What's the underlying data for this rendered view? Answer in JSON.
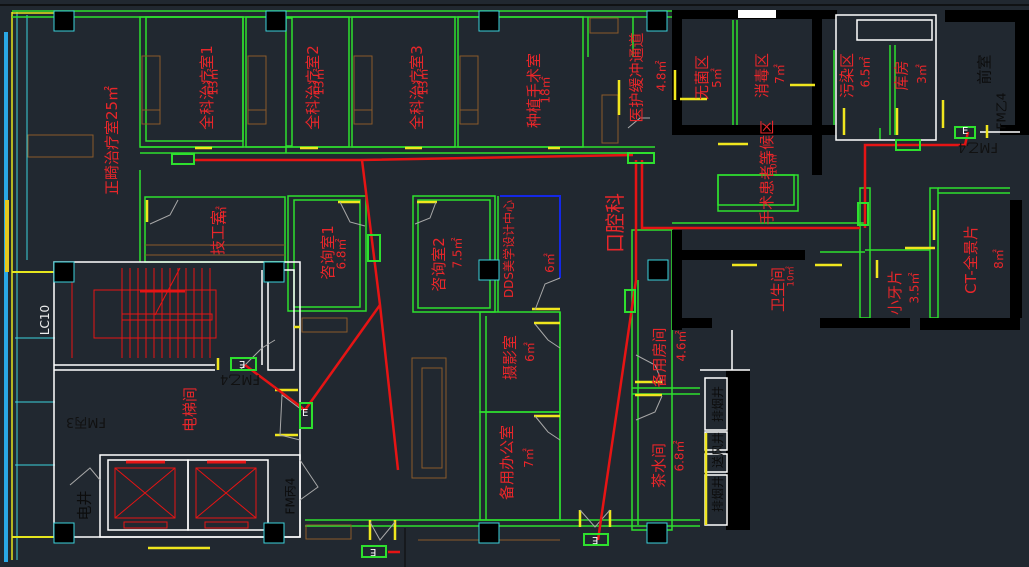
{
  "drawing": {
    "type": "CAD floor plan",
    "department_label": "口腔科",
    "colors": {
      "background": "#212830",
      "wall_green": "#2ee02e",
      "door_yellow": "#f0e61e",
      "room_label_red": "#e8262a",
      "route_red": "#e61414",
      "column_black": "#000000",
      "column_outline_cyan": "#3cd2dc",
      "furniture_brown": "#8a5a2a",
      "structure_white": "#ffffff",
      "partition_blue": "#1428e6"
    },
    "rooms": [
      {
        "id": "orthodontic-treatment",
        "name": "正畸治疗室",
        "area": "25㎡"
      },
      {
        "id": "general-treatment-1",
        "name": "全科治疗室1",
        "area": "13㎡"
      },
      {
        "id": "general-treatment-2",
        "name": "全科治疗室2",
        "area": "13㎡"
      },
      {
        "id": "general-treatment-3",
        "name": "全科治疗室3",
        "area": "13㎡"
      },
      {
        "id": "implant-surgery",
        "name": "种植手术室",
        "area": "18㎡"
      },
      {
        "id": "medical-buffer-corridor",
        "name": "医护缓冲通道",
        "area": "4.8㎡"
      },
      {
        "id": "sterile-zone",
        "name": "无菌区",
        "area": "5㎡"
      },
      {
        "id": "disinfection-zone",
        "name": "消毒区",
        "area": "7㎡"
      },
      {
        "id": "contaminated-zone",
        "name": "污染区",
        "area": "6.5㎡"
      },
      {
        "id": "storeroom",
        "name": "库房",
        "area": "3㎡"
      },
      {
        "id": "front-room",
        "name": "前室",
        "area": ""
      },
      {
        "id": "surgery-waiting",
        "name": "手术患者等候区",
        "area": "10㎡"
      },
      {
        "id": "technician-room",
        "name": "技工室",
        "area": "7㎡"
      },
      {
        "id": "consultation-1",
        "name": "咨询室1",
        "area": "6.8㎡"
      },
      {
        "id": "consultation-2",
        "name": "咨询室2",
        "area": "7.5㎡"
      },
      {
        "id": "dds-design-center",
        "name": "DDS美学设计中心",
        "area": "6㎡"
      },
      {
        "id": "photography",
        "name": "摄影室",
        "area": "6㎡"
      },
      {
        "id": "spare-office",
        "name": "备用办公室",
        "area": "7㎡"
      },
      {
        "id": "spare-room",
        "name": "备用房间",
        "area": "4.6㎡"
      },
      {
        "id": "tea-room",
        "name": "茶水间",
        "area": "6.8㎡"
      },
      {
        "id": "restroom",
        "name": "卫生间",
        "area": "10㎡"
      },
      {
        "id": "small-dental-xray",
        "name": "小牙片",
        "area": "3.5㎡"
      },
      {
        "id": "ct-panoramic",
        "name": "CT-全景片",
        "area": "8㎡"
      },
      {
        "id": "elevator-hall",
        "name": "电梯间",
        "area": ""
      }
    ],
    "tags": {
      "stair_tag": "LC10",
      "door_fm3": "FM丙3",
      "door_fm4": "FM丙4",
      "door_fmz4_left": "FM乙4",
      "door_fmz4_right_a": "FM乙4",
      "door_fmz4_right_b": "FM乙4",
      "electric_shaft": "电井",
      "exhaust_shaft": "排烟井",
      "smoke_exhaust_shaft": "排烟井",
      "supply_shaft": "送风井",
      "exit_sign": "E"
    }
  }
}
